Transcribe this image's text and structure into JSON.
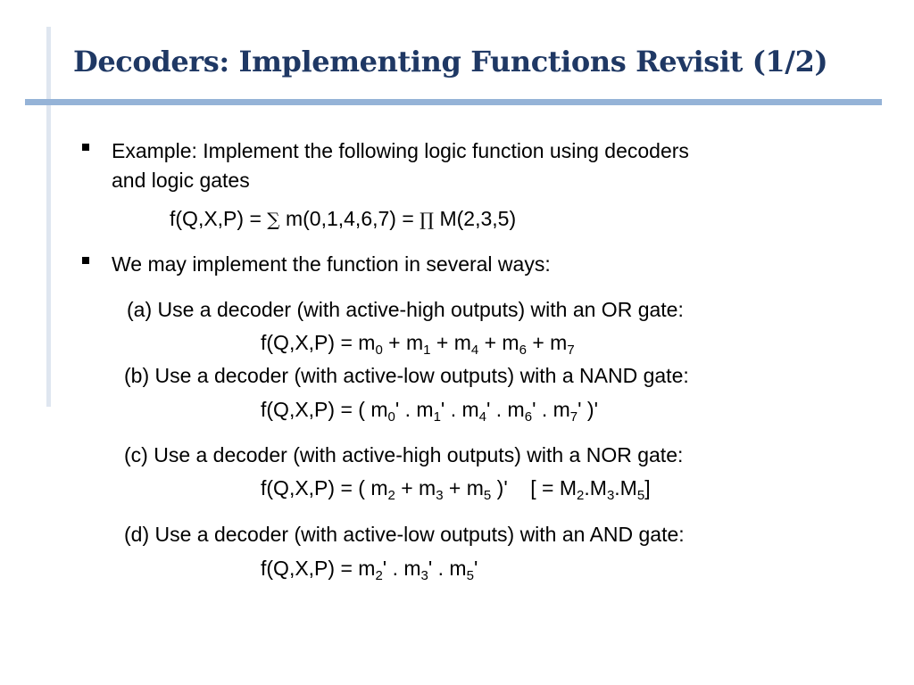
{
  "slide": {
    "title": "Decoders: Implementing Functions Revisit (1/2)"
  },
  "bullets": [
    {
      "lines": [
        "Example: Implement the following logic function using decoders",
        "and logic gates"
      ]
    },
    {
      "lines": [
        "We may implement the function in several ways:"
      ]
    }
  ],
  "function_def": {
    "lhs": "f(Q,X,P) =",
    "sum_symbol": "∑",
    "minterms": "m(0,1,4,6,7) =",
    "product_symbol": "∏",
    "maxterms": "M(2,3,5)"
  },
  "options": [
    {
      "label": "(a)  Use a decoder (with active-high outputs) with an OR gate:",
      "formula": {
        "prefix": "f(Q,X,P) = m",
        "parts": [
          {
            "sub": "0",
            "after": " + m"
          },
          {
            "sub": "1",
            "after": " + m"
          },
          {
            "sub": "4",
            "after": " + m"
          },
          {
            "sub": "6",
            "after": " + m"
          },
          {
            "sub": "7",
            "after": ""
          }
        ]
      }
    },
    {
      "label": "(b)  Use a decoder (with active-low outputs) with a NAND gate:",
      "formula": {
        "prefix": "f(Q,X,P) = ( m",
        "parts": [
          {
            "sub": "0",
            "after": "' . m"
          },
          {
            "sub": "1",
            "after": "' . m"
          },
          {
            "sub": "4",
            "after": "' . m"
          },
          {
            "sub": "6",
            "after": "' . m"
          },
          {
            "sub": "7",
            "after": "' )'"
          }
        ]
      }
    },
    {
      "label": "(c)  Use a decoder (with active-high outputs) with a NOR gate:",
      "formula": {
        "prefix": "f(Q,X,P) = ( m",
        "parts": [
          {
            "sub": "2",
            "after": " + m"
          },
          {
            "sub": "3",
            "after": " + m"
          },
          {
            "sub": "5",
            "after": " )'    [ = M"
          },
          {
            "sub": "2",
            "after": ".M"
          },
          {
            "sub": "3",
            "after": ".M"
          },
          {
            "sub": "5",
            "after": "]"
          }
        ]
      }
    },
    {
      "label": "(d)  Use a decoder (with active-low outputs) with an AND gate:",
      "formula": {
        "prefix": "f(Q,X,P) = m",
        "parts": [
          {
            "sub": "2",
            "after": "' . m"
          },
          {
            "sub": "3",
            "after": "' . m"
          },
          {
            "sub": "5",
            "after": "'"
          }
        ]
      }
    }
  ],
  "colors": {
    "title": "#1f3864",
    "rule": "#95b3d7",
    "side_rule": "#dfe6f0"
  }
}
